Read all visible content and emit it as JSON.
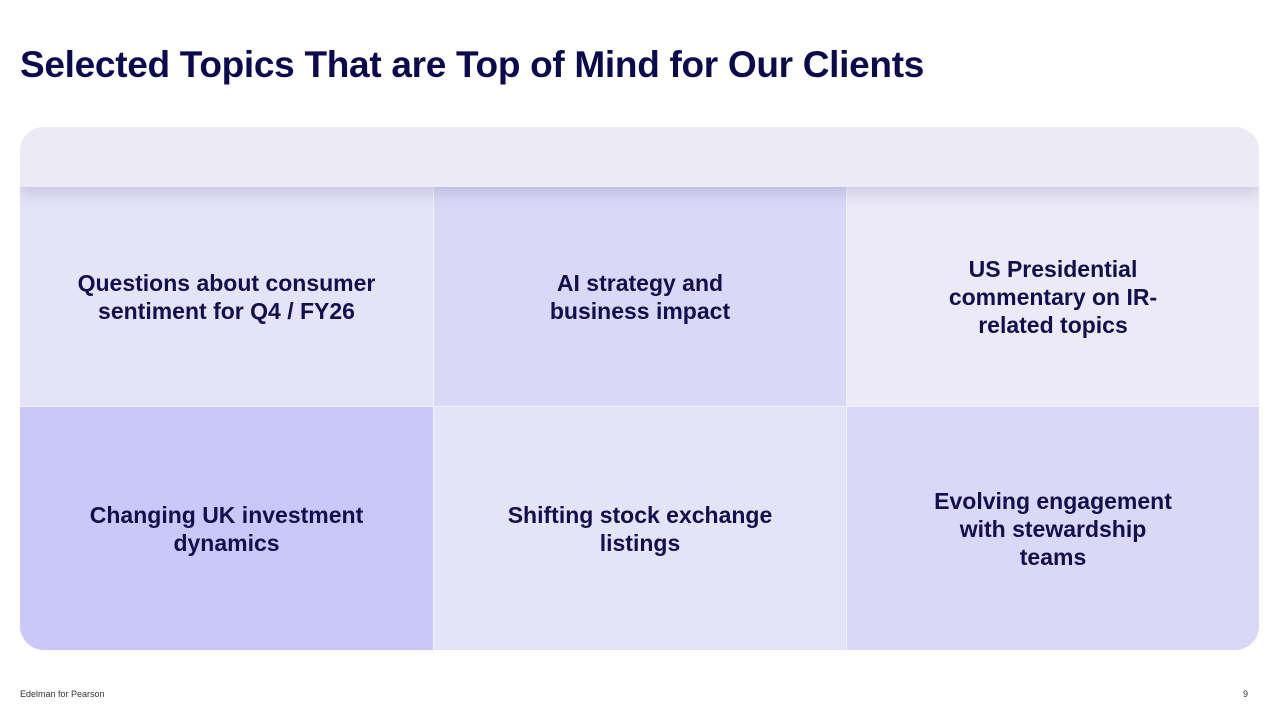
{
  "slide": {
    "title": "Selected Topics That are Top of Mind for Our Clients"
  },
  "topics": [
    {
      "label": "Questions about consumer sentiment for Q4 / FY26"
    },
    {
      "label": "AI strategy and business impact"
    },
    {
      "label": "US Presidential commentary on IR-related topics"
    },
    {
      "label": "Changing UK investment dynamics"
    },
    {
      "label": "Shifting stock exchange listings"
    },
    {
      "label": "Evolving engagement with stewardship teams"
    }
  ],
  "footer": {
    "left": "Edelman for Pearson",
    "page_number": "9"
  },
  "colors": {
    "title": "#0c0a4f",
    "text": "#120f4e",
    "cell_light": "#e4e3f7",
    "cell_mid": "#d9d8f7",
    "cell_dark": "#cac8fa",
    "header_band": "#eceaf5"
  }
}
